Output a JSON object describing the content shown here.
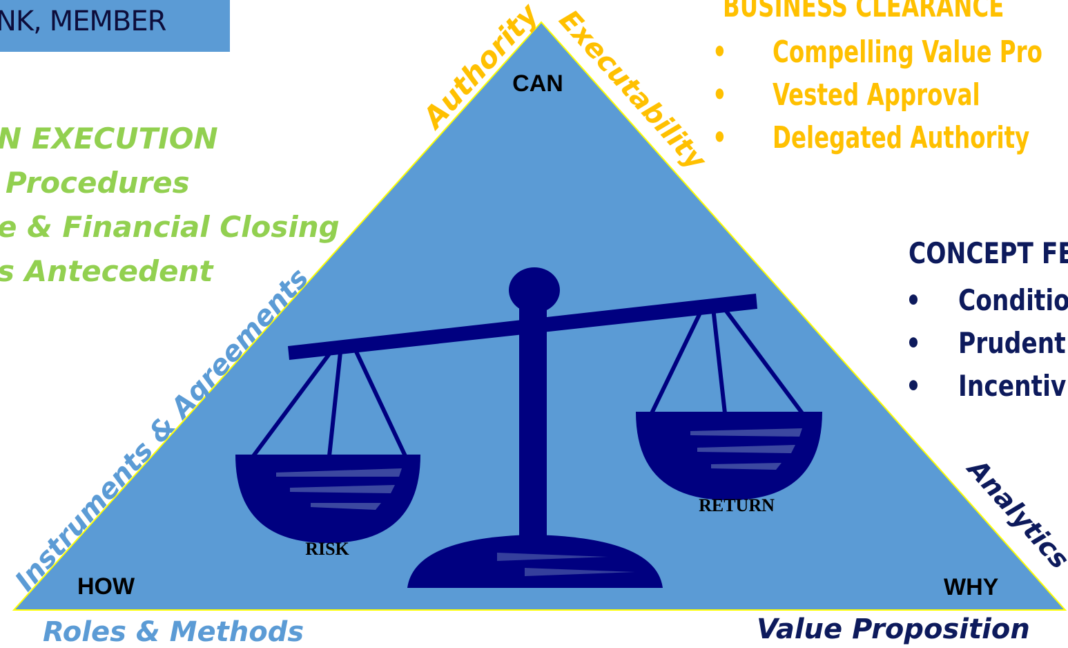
{
  "header": {
    "text": "NK, MEMBER"
  },
  "left_execution": {
    "title": "N EXECUTION",
    "items": [
      "Procedures",
      "e & Financial Closing",
      "s Antecedent"
    ]
  },
  "business_clearance": {
    "title": "BUSINESS CLEARANCE",
    "items": [
      "Compelling Value Pro",
      "Vested Approval",
      "Delegated Authority"
    ]
  },
  "concept": {
    "title": "CONCEPT FE",
    "items": [
      "Conditio",
      "Prudent",
      "Incentiv"
    ]
  },
  "triangle": {
    "top_label": "CAN",
    "left_label": "HOW",
    "right_label": "WHY",
    "left_side_label": "Instruments & Agreements",
    "top_left_label": "Authority",
    "top_right_label": "Executability",
    "right_side_label": "Analytics",
    "bottom_left_label": "Roles & Methods",
    "bottom_right_label": "Value Proposition"
  },
  "scale": {
    "left_pan": "RISK",
    "right_pan": "RETURN"
  },
  "colors": {
    "triangle_fill": "#5b9bd5",
    "triangle_border": "#ffff00",
    "scale": "#000080",
    "gold": "#ffc000",
    "green": "#92d050",
    "navy": "#0d1a5c",
    "side_blue": "#5b9bd5"
  }
}
